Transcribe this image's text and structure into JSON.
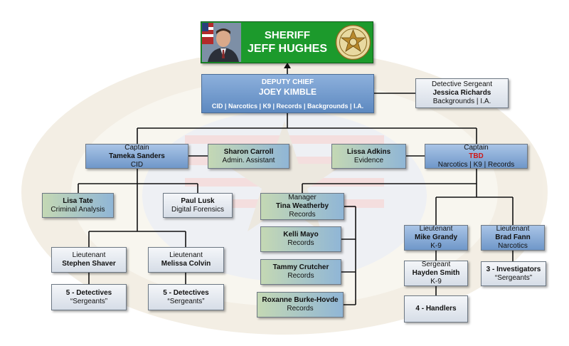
{
  "sheriff": {
    "title": "SHERIFF",
    "name": "JEFF HUGHES",
    "badge_icon": "sheriff-star-badge",
    "photo_icon": "portrait-photo"
  },
  "chief": {
    "title": "DEPUTY CHIEF",
    "name": "JOEY KIMBLE",
    "units": "CID | Narcotics | K9 | Records | Backgrounds | I.A."
  },
  "det_sgt": {
    "title": "Detective Sergeant",
    "name": "Jessica Richards",
    "dept": "Backgrounds | I.A."
  },
  "capt_left": {
    "title": "Captain",
    "name": "Tameka Sanders",
    "dept": "CID"
  },
  "sharon": {
    "name": "Sharon Carroll",
    "role": "Admin. Assistant"
  },
  "lissa": {
    "name": "Lissa Adkins",
    "role": "Evidence"
  },
  "capt_right": {
    "title": "Captain",
    "name": "TBD",
    "dept": "Narcotics | K9 | Records"
  },
  "lisa": {
    "name": "Lisa Tate",
    "role": "Criminal Analysis"
  },
  "paul": {
    "name": "Paul Lusk",
    "role": "Digital Forensics"
  },
  "manager": {
    "title": "Manager",
    "name": "Tina Weatherby",
    "dept": "Records"
  },
  "kelli": {
    "name": "Kelli Mayo",
    "role": "Records"
  },
  "tammy": {
    "name": "Tammy Crutcher",
    "role": "Records"
  },
  "roxanne": {
    "name": "Roxanne Burke-Hovde",
    "role": "Records"
  },
  "lt_shaver": {
    "title": "Lieutenant",
    "name": "Stephen Shaver"
  },
  "lt_colvin": {
    "title": "Lieutenant",
    "name": "Melissa Colvin"
  },
  "det_left": {
    "count": "5 - Detectives",
    "rank": "“Sergeants”"
  },
  "det_right": {
    "count": "5 - Detectives",
    "rank": "“Sergeants”"
  },
  "lt_grandy": {
    "title": "Lieutenant",
    "name": "Mike Grandy",
    "dept": "K-9"
  },
  "sgt_smith": {
    "title": "Sergeant",
    "name": "Hayden Smith",
    "dept": "K-9"
  },
  "handlers": {
    "count": "4 - Handlers"
  },
  "lt_fann": {
    "title": "Lieutenant",
    "name": "Brad Fann",
    "dept": "Narcotics"
  },
  "investigators": {
    "count": "3 - Investigators",
    "rank": "“Sergeants”"
  },
  "colors": {
    "sheriff_green": "#1c9a2c",
    "chief_blue": "#5d89c0",
    "captain_blue": "#6f97c9",
    "tbd_red": "#d01818"
  }
}
